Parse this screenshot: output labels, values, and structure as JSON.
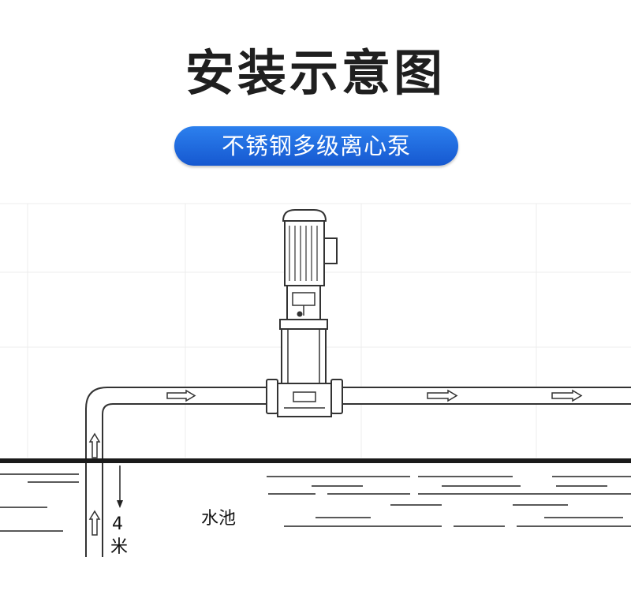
{
  "title": "安装示意图",
  "subtitle": "不锈钢多级离心泵",
  "labels": {
    "depth_number": "4",
    "depth_unit": "米",
    "pool": "水池"
  }
}
